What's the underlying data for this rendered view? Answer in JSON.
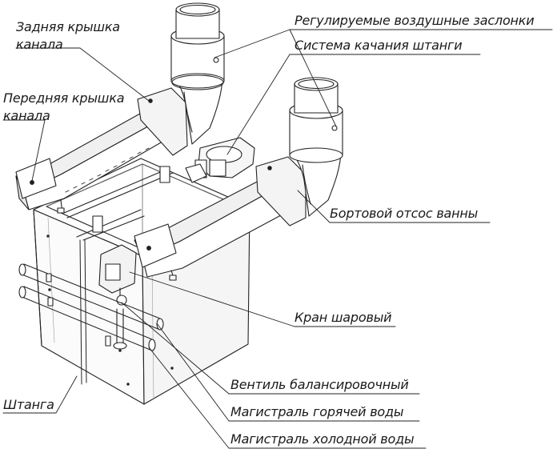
{
  "labels": {
    "rear_cover": [
      "Задняя крышка",
      "канала"
    ],
    "front_cover": [
      "Передняя крышка",
      "канала"
    ],
    "air_dampers": "Регулируемые воздушные заслонки",
    "rod_swing": "Система качания штанги",
    "side_exhaust": "Бортовой отсос ванны",
    "ball_valve": "Кран шаровый",
    "rod": "Штанга",
    "balancing_valve": "Вентиль балансировочный",
    "hot_water": "Магистраль горячей воды",
    "cold_water": "Магистраль холодной воды"
  }
}
